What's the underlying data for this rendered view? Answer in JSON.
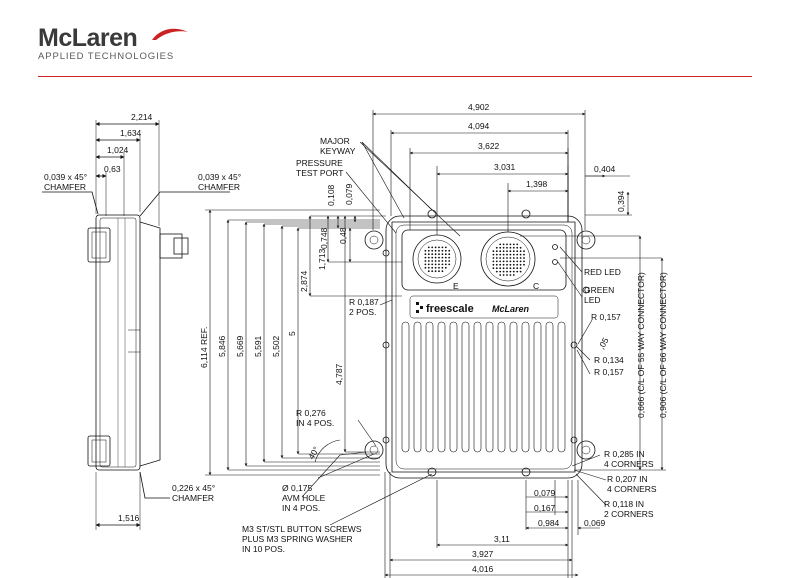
{
  "header": {
    "logo_text": "McLaren",
    "subtitle": "APPLIED TECHNOLOGIES",
    "rule_color": "#cc2222"
  },
  "side_view": {
    "dims": [
      "2,214",
      "1,634",
      "1,024",
      "0,63",
      "1,516"
    ],
    "chamfer_top_left": [
      "0,039 x 45°",
      "CHAMFER"
    ],
    "chamfer_top_right": [
      "0,039 x 45°",
      "CHAMFER"
    ],
    "chamfer_bottom": [
      "0,226 x 45°",
      "CHAMFER"
    ]
  },
  "front_view": {
    "top_dims": [
      "4,902",
      "4,094",
      "3,622",
      "3,031",
      "1,398",
      "0,404",
      "0,394"
    ],
    "vertical_dims": [
      "6,114 REF.",
      "5,846",
      "5,669",
      "5,591",
      "5,502",
      "5",
      "2,874",
      "1,713",
      "0,748",
      "0,48",
      "0,108",
      "0,079",
      "4,787"
    ],
    "callouts": {
      "major_keyway": [
        "MAJOR",
        "KEYWAY"
      ],
      "pressure_port": [
        "PRESSURE",
        "TEST PORT"
      ],
      "red_led": "RED LED",
      "green_led": [
        "GREEN",
        "LED"
      ],
      "r0187": [
        "R 0,187",
        "2 POS."
      ],
      "r0157_top": "R 0,157",
      "d005": ",05",
      "r0134": "R 0,134",
      "r0157_bot": "R 0,157",
      "r0276": [
        "R 0,276",
        "IN 4 POS."
      ],
      "angle": "40°",
      "hole": [
        "Ø 0,175",
        "AVM HOLE",
        "IN 4 POS."
      ],
      "screws": [
        "M3 ST/STL BUTTON SCREWS",
        "PLUS M3 SPRING WASHER",
        "IN 10 POS."
      ],
      "r0285": [
        "R 0,285  IN",
        "4 CORNERS"
      ],
      "r0207": [
        "R 0,207  IN",
        "4 CORNERS"
      ],
      "r0118": [
        "R 0,118  IN",
        "2 CORNERS"
      ],
      "conn55": "0,666  (C/L OF 55 WAY CONNECTOR)",
      "conn66": "0,906  (C/L OF 66 WAY CONNECTOR)",
      "conn_e": "E",
      "conn_c": "C"
    },
    "bottom_dims": [
      "0,079",
      "0,167",
      "0,984",
      "0,069",
      "3,11",
      "3,927",
      "4,016"
    ],
    "nameplate": [
      "freescale",
      "McLaren"
    ]
  }
}
